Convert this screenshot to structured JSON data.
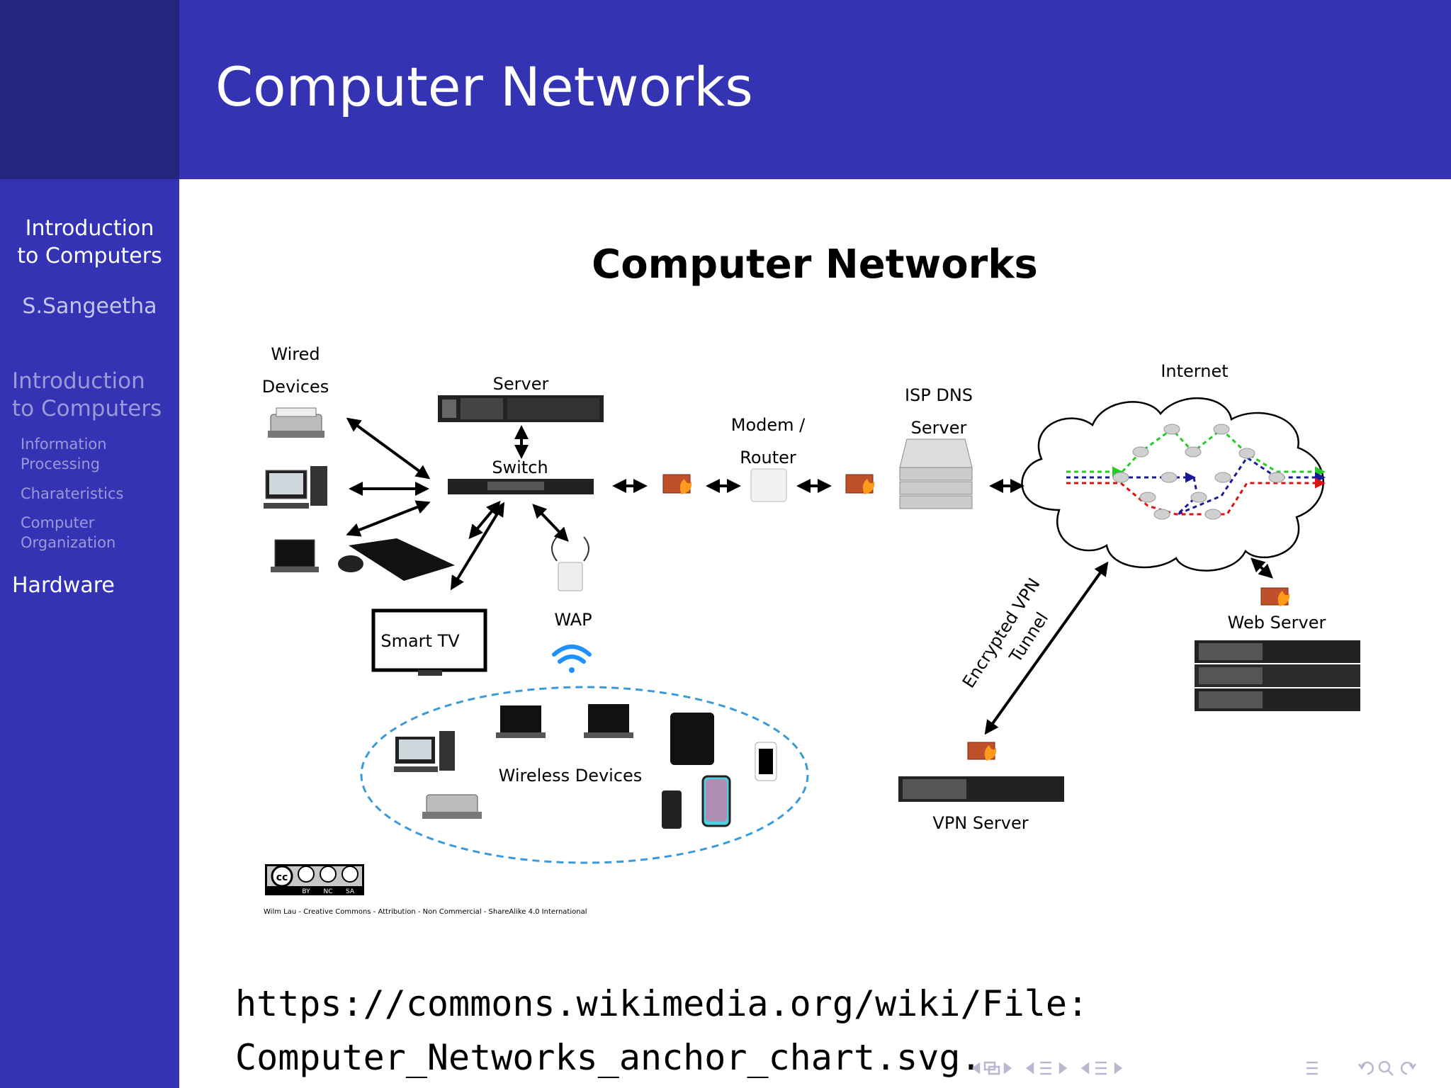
{
  "header": {
    "title": "Computer Networks"
  },
  "sidebar": {
    "title_lines": [
      "Introduction",
      "to Computers"
    ],
    "author": "S.Sangeetha",
    "toc": {
      "section_lines": [
        "Introduction",
        "to Computers"
      ],
      "subsections": [
        {
          "lines": [
            "Information",
            "Processing"
          ]
        },
        {
          "lines": [
            "Charateristics"
          ]
        },
        {
          "lines": [
            "Computer",
            "Organization"
          ]
        }
      ],
      "active": "Hardware"
    }
  },
  "figure": {
    "title": "Computer Networks",
    "labels": {
      "wired1": "Wired",
      "wired2": "Devices",
      "server": "Server",
      "switch": "Switch",
      "modem1": "Modem /",
      "modem2": "Router",
      "isp1": "ISP DNS",
      "isp2": "Server",
      "internet": "Internet",
      "smarttv": "Smart TV",
      "wap": "WAP",
      "wireless": "Wireless Devices",
      "vpn1": "Encrypted VPN",
      "vpn2": "Tunnel",
      "webserver": "Web Server",
      "vpnserver": "VPN Server"
    },
    "license_badge": [
      "BY",
      "NC",
      "SA"
    ],
    "credit": "Wilm Lau - Creative Commons - Attribution - Non Commercial - ShareAlike 4.0 International"
  },
  "url": {
    "line1": "https://commons.wikimedia.org/wiki/File:",
    "line2": "Computer_Networks_anchor_chart.svg."
  },
  "colors": {
    "header": "#3333b3",
    "sidebar_top": "#25257f",
    "cloud_green": "#22cc22",
    "cloud_red": "#dd1111",
    "cloud_blue": "#1a1a99",
    "wireless_ellipse": "#3a9ad9"
  }
}
